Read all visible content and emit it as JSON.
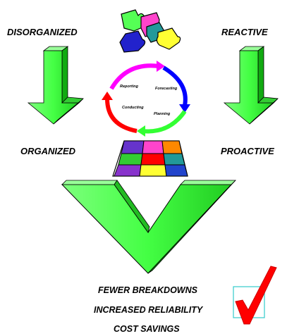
{
  "labels": {
    "disorganized": "DISORGANIZED",
    "reactive": "REACTIVE",
    "organized": "ORGANIZED",
    "proactive": "PROACTIVE"
  },
  "cycle": {
    "steps": [
      "Reporting",
      "Forecasting",
      "Planning",
      "Conducting"
    ],
    "colors": [
      "#ff00ff",
      "#0000ff",
      "#33ff33",
      "#ff0000"
    ]
  },
  "results": [
    "FEWER BREAKDOWNS",
    "INCREASED RELIABILITY",
    "COST SAVINGS"
  ],
  "colors": {
    "arrow_green": "#44ff44",
    "arrow_dark": "#119911",
    "check_red": "#ff0000",
    "checkbox_border": "#33cccc"
  },
  "icons": [
    "scattered-puzzle-icon",
    "assembled-puzzle-icon",
    "checkmark-icon"
  ]
}
